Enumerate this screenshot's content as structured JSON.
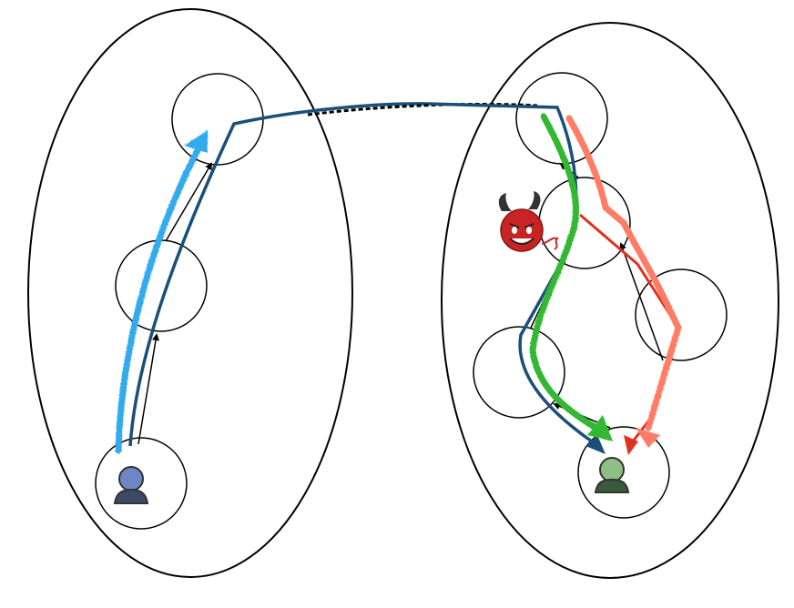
{
  "diagram": {
    "groups": [
      {
        "id": "left-network",
        "nodes": [
          "l-top",
          "l-mid",
          "l-bottom"
        ]
      },
      {
        "id": "right-network",
        "nodes": [
          "r-top",
          "r-upper-mid",
          "r-left",
          "r-right",
          "r-bottom"
        ]
      }
    ],
    "actors": {
      "sender": {
        "icon": "person-icon",
        "color": "#6f86c4",
        "node": "l-bottom"
      },
      "receiver": {
        "icon": "person-icon",
        "color": "#8fbf85",
        "node": "r-bottom"
      },
      "attacker": {
        "icon": "devil-icon",
        "color": "#d22b2b",
        "node": "r-upper-mid"
      }
    },
    "paths": [
      {
        "id": "legit-route",
        "color": "#1a4f7a",
        "style": "solid+dashed-bridge"
      },
      {
        "id": "sender-highlight",
        "color": "#33aaee",
        "style": "brush"
      },
      {
        "id": "green-route",
        "color": "#33b833",
        "style": "brush"
      },
      {
        "id": "red-route",
        "color": "#e03020",
        "style": "solid"
      },
      {
        "id": "salmon-route",
        "color": "#ff7b66",
        "style": "brush"
      }
    ]
  }
}
